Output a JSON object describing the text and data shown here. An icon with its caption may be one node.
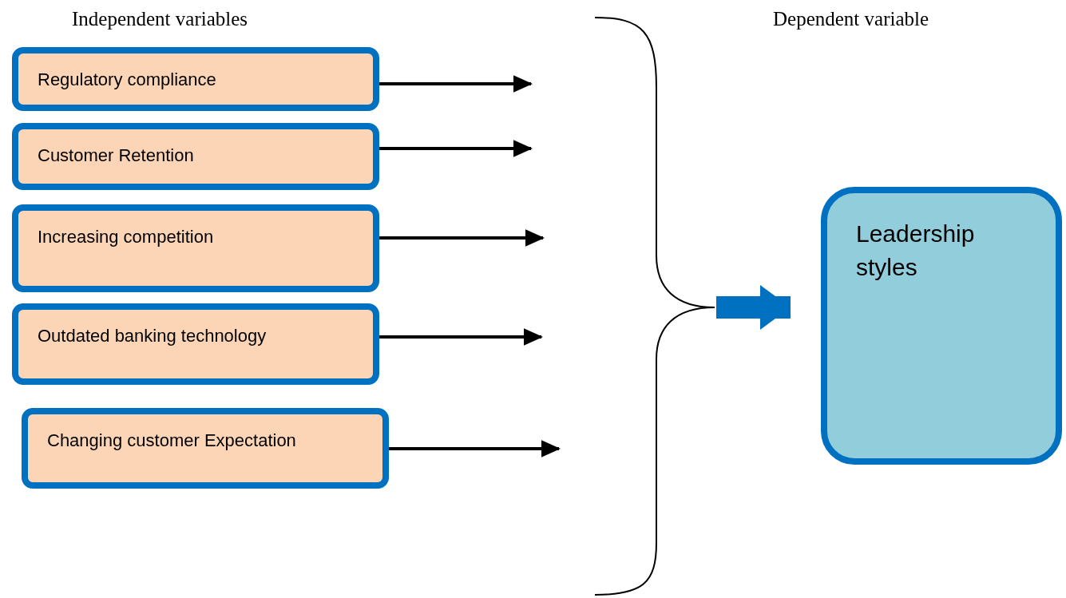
{
  "diagram": {
    "nodes": [
      {
        "text": [
          "Regulatory compliance"
        ]
      },
      {
        "text": [
          "Customer Retention"
        ]
      },
      {
        "text": [
          "Increasing competition"
        ]
      },
      {
        "text": [
          "Outdated banking technology"
        ]
      },
      {
        "text": [
          "Changing customer Expectation"
        ]
      },
      {
        "text": [
          "Leadership styles"
        ]
      },
      {
        "text": [],
        "shape": "brace"
      }
    ],
    "edges": [
      {
        "from": 0,
        "to": null,
        "arrow": "to"
      },
      {
        "from": 1,
        "to": null,
        "arrow": "to"
      },
      {
        "from": 2,
        "to": null,
        "arrow": "to"
      },
      {
        "from": 3,
        "to": null,
        "arrow": "to"
      },
      {
        "from": 4,
        "to": null,
        "arrow": "to"
      },
      {
        "from": 6,
        "to": 5,
        "arrow": "to",
        "style": "thick",
        "color": "#0070c0"
      }
    ],
    "labels": [
      "Independent variables",
      "Dependent variable"
    ]
  }
}
